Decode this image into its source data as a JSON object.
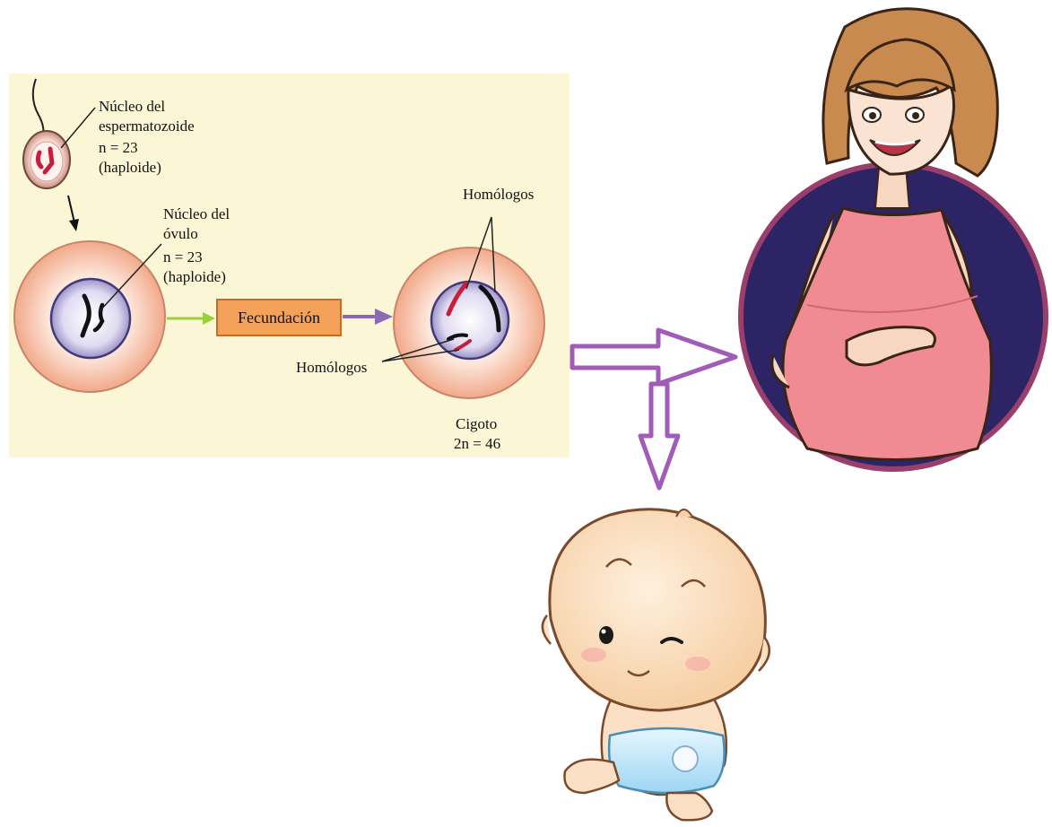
{
  "diagram": {
    "sperm_label": [
      "Núcleo del",
      "espermatozoide",
      "n = 23",
      "(haploide)"
    ],
    "ovum_label": [
      "Núcleo del",
      "óvulo",
      "n = 23",
      "(haploide)"
    ],
    "fertilization_label": "Fecundación",
    "homologs_top_label": "Homólogos",
    "homologs_bottom_label": "Homólogos",
    "zygote_label": [
      "Cigoto",
      "2n = 46"
    ]
  },
  "colors": {
    "panel_bg": "#fbf6d6",
    "cell_outer": "#f3b596",
    "nucleus": "#c9c2e4",
    "box_fill": "#f4a25a",
    "arrow_purple": "#a05cb8",
    "arrow_green": "#9ad13a",
    "chromosome_red": "#c81e3c"
  },
  "illustrations": [
    "pregnant-woman-illustration",
    "baby-illustration"
  ]
}
